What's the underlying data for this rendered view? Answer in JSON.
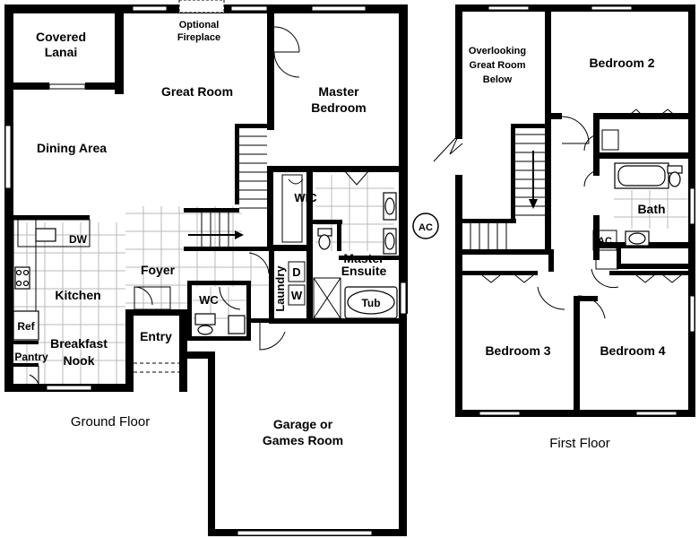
{
  "ground_floor": {
    "caption": "Ground Floor",
    "rooms": {
      "covered": "Covered",
      "lanai": "Lanai",
      "optional": "Optional",
      "fireplace": "Fireplace",
      "great_room": "Great Room",
      "dining_area": "Dining Area",
      "master": "Master",
      "bedroom": "Bedroom",
      "wic": "WIC",
      "dw": "DW",
      "kitchen": "Kitchen",
      "foyer": "Foyer",
      "wc": "WC",
      "laundry": "Laundry",
      "d": "D",
      "w": "W",
      "master_ensuite_1": "Master",
      "master_ensuite_2": "Ensuite",
      "tub": "Tub",
      "ref": "Ref",
      "entry": "Entry",
      "breakfast": "Breakfast",
      "nook": "Nook",
      "pantry": "Pantry",
      "garage_1": "Garage or",
      "garage_2": "Games Room"
    }
  },
  "ac_marker": "AC",
  "first_floor": {
    "caption": "First Floor",
    "rooms": {
      "overlooking": "Overlooking",
      "great_room_2": "Great Room",
      "below": "Below",
      "bedroom_2": "Bedroom 2",
      "bath": "Bath",
      "ac": "AC",
      "bedroom_3": "Bedroom 3",
      "bedroom_4": "Bedroom 4"
    }
  }
}
